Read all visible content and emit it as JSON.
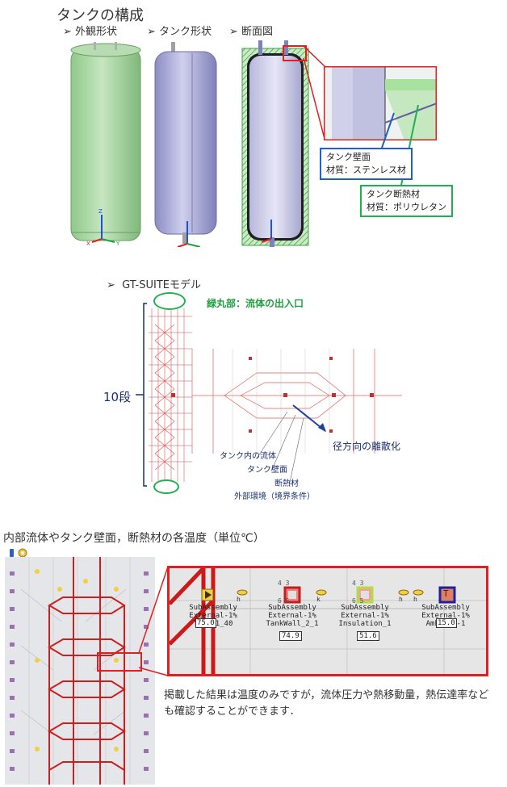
{
  "section1": {
    "title": "タンクの構成",
    "labels": [
      "外観形状",
      "タンク形状",
      "断面図"
    ],
    "arrow": "➢",
    "callout_wall_1": "タンク壁面",
    "callout_wall_2": "材質：ステンレス材",
    "callout_ins_1": "タンク断熱材",
    "callout_ins_2": "材質：ポリウレタン",
    "axis_z": "Z",
    "axis_x": "X",
    "axis_y": "Y"
  },
  "section2": {
    "label": "GT-SUITEモデル",
    "green_note": "緑丸部：流体の出入口",
    "stages": "10段",
    "radial": "径方向の離散化",
    "layers": [
      "タンク内の流体",
      "タンク壁面",
      "断熱材",
      "外部環境（境界条件）"
    ]
  },
  "section3": {
    "title": "内部流体やタンク壁面，断熱材の各温度（単位℃）",
    "zoom": {
      "blocks": [
        {
          "top": "SubAssembly",
          "mid": "External-1%",
          "bottom": "Tank-1_40",
          "value": "75.0"
        },
        {
          "top": "SubAssembly",
          "mid": "External-1%",
          "bottom": "TankWall_2_1",
          "value": "74.9"
        },
        {
          "top": "SubAssembly",
          "mid": "External-1%",
          "bottom": "Insulation_1",
          "value": "51.6"
        },
        {
          "top": "SubAssembly",
          "mid": "External-1%",
          "bottom": "Ambient-1",
          "value": "15.0"
        }
      ],
      "small_labels": [
        "h",
        "k",
        "h",
        "h"
      ],
      "icon_numbers": [
        "4 3",
        "6 5",
        "4 3",
        "6 5"
      ],
      "ambient_letter": "T"
    },
    "note": "掲載した結果は温度のみですが，流体圧力や熱移動量，熱伝達率なども確認することができます．"
  },
  "colors": {
    "tank_green": "#a9d5a2",
    "tank_purple": "#a8a8d6",
    "red": "#e02020",
    "blue_callout": "#2060c0",
    "green_callout": "#20b050"
  }
}
